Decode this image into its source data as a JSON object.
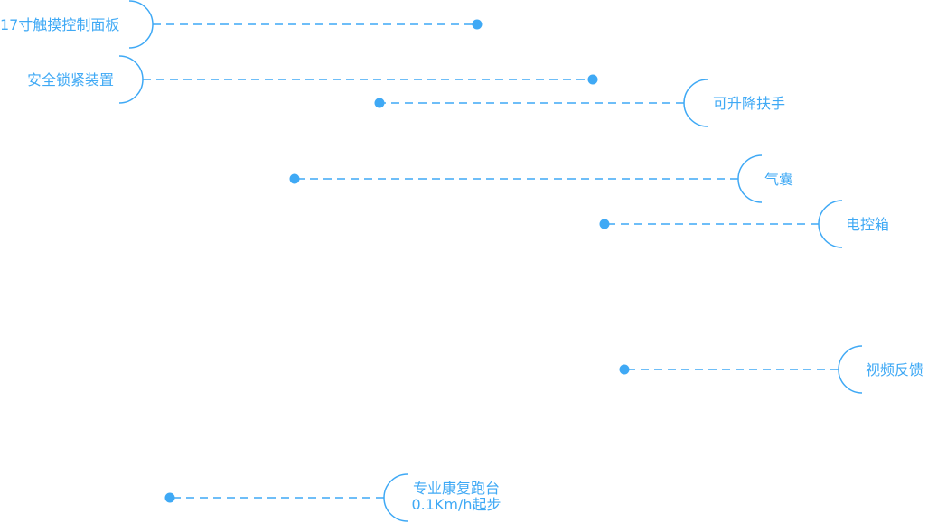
{
  "diagram": {
    "accent_color": "#3fa9f5",
    "callouts": [
      {
        "id": "touch-panel",
        "label": [
          "17寸触摸控制面板"
        ]
      },
      {
        "id": "safety-lock",
        "label": [
          "安全锁紧装置"
        ]
      },
      {
        "id": "handrail",
        "label": [
          "可升降扶手"
        ]
      },
      {
        "id": "airbag",
        "label": [
          "气囊"
        ]
      },
      {
        "id": "control-box",
        "label": [
          "电控箱"
        ]
      },
      {
        "id": "video-feedback",
        "label": [
          "视频反馈"
        ]
      },
      {
        "id": "treadmill",
        "label": [
          "专业康复跑台",
          "0.1Km/h起步"
        ]
      }
    ]
  }
}
